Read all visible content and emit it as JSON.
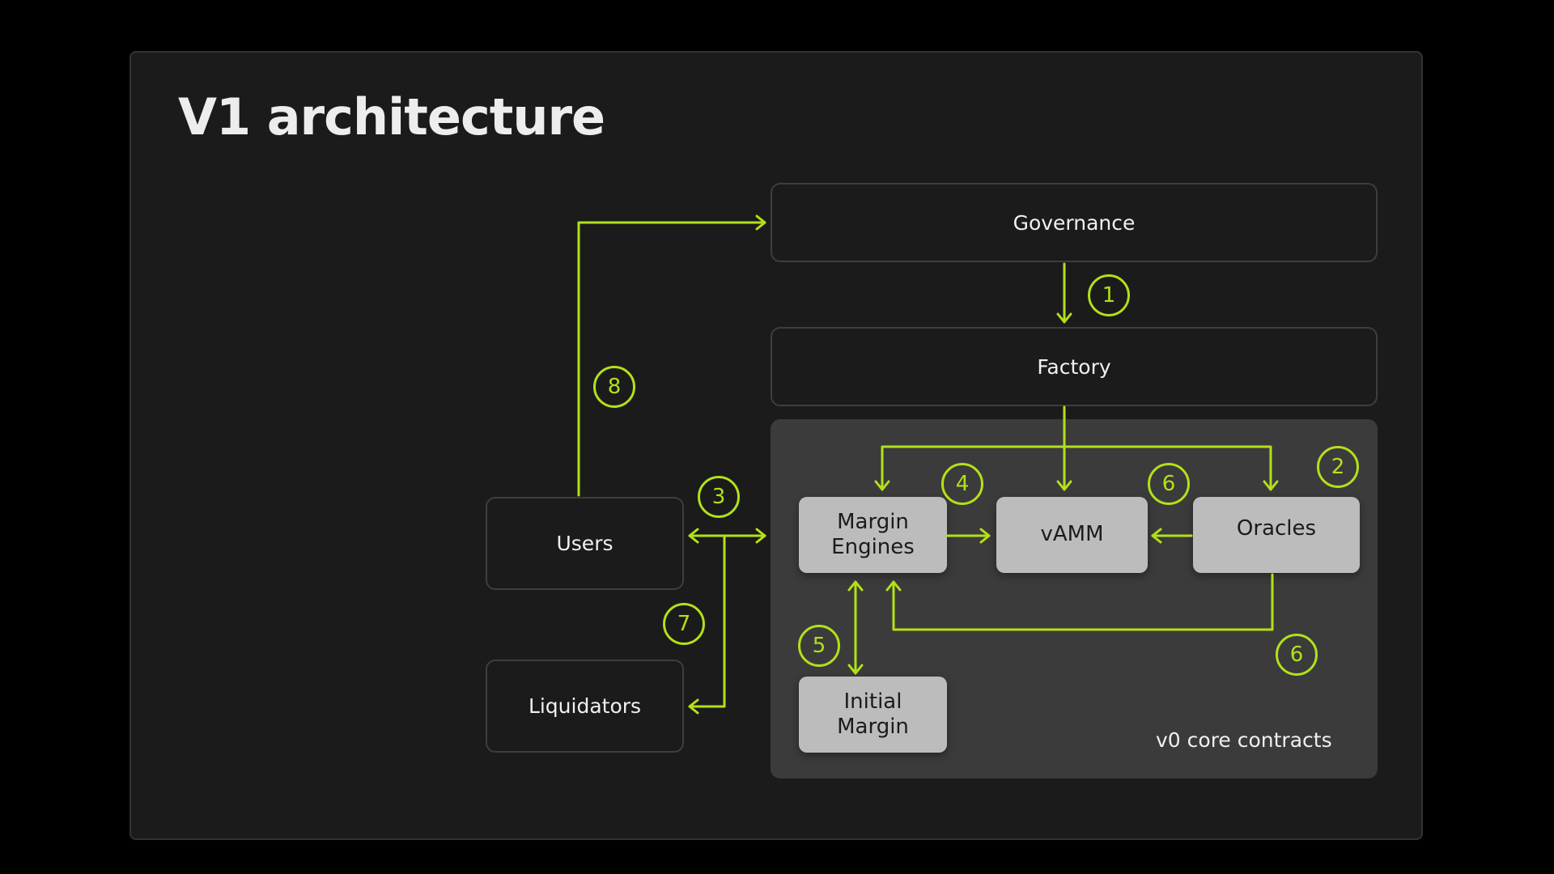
{
  "title": "V1 architecture",
  "colors": {
    "background": "#000000",
    "slide": "#1b1b1b",
    "accent": "#b3e01a",
    "dark_box": "#1b1b1b",
    "light_box": "#bcbcbc",
    "core_panel": "#3b3b3b"
  },
  "nodes": {
    "governance": "Governance",
    "factory": "Factory",
    "users": "Users",
    "liquidators": "Liquidators",
    "margin_engines": "Margin Engines",
    "vamm": "vAMM",
    "oracles": "Oracles",
    "initial_margin": "Initial Margin"
  },
  "core_label": "v0 core contracts",
  "badges": {
    "b1": "1",
    "b2": "2",
    "b3": "3",
    "b4": "4",
    "b5": "5",
    "b6a": "6",
    "b6b": "6",
    "b7": "7",
    "b8": "8"
  }
}
